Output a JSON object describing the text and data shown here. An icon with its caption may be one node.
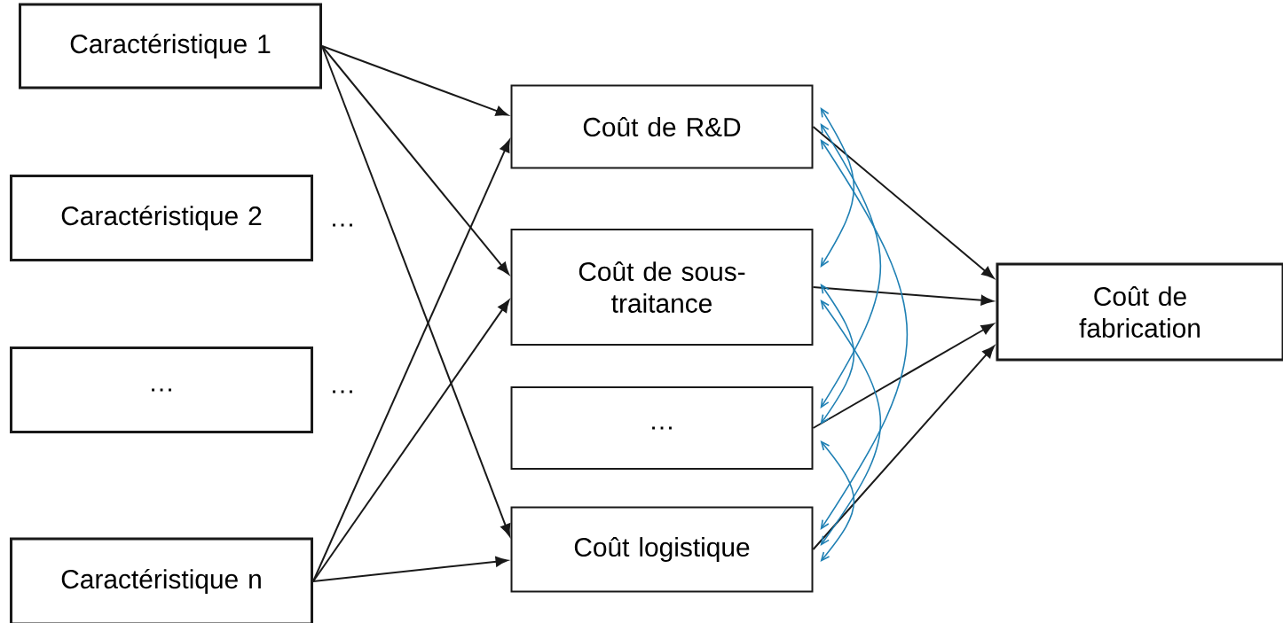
{
  "diagram": {
    "nodes": [
      {
        "text": [
          "Caractéristique 1"
        ]
      },
      {
        "text": [
          "Caractéristique 2"
        ]
      },
      {
        "text": [
          "…"
        ]
      },
      {
        "text": [
          "Caractéristique n"
        ]
      },
      {
        "text": [
          "Coût de R&D"
        ]
      },
      {
        "text": [
          "Coût de sous-traitance"
        ]
      },
      {
        "text": [
          "…"
        ]
      },
      {
        "text": [
          "Coût logistique"
        ]
      },
      {
        "text": [
          "Coût de fabrication"
        ]
      }
    ],
    "edges": [
      {
        "from": 0,
        "to": 4,
        "arrow": "to"
      },
      {
        "from": 0,
        "to": 5,
        "arrow": "to"
      },
      {
        "from": 0,
        "to": 7,
        "arrow": "to"
      },
      {
        "from": 3,
        "to": 4,
        "arrow": "to"
      },
      {
        "from": 3,
        "to": 5,
        "arrow": "to"
      },
      {
        "from": 3,
        "to": 7,
        "arrow": "to"
      },
      {
        "from": 4,
        "to": 8,
        "arrow": "to"
      },
      {
        "from": 5,
        "to": 8,
        "arrow": "to"
      },
      {
        "from": 6,
        "to": 8,
        "arrow": "to"
      },
      {
        "from": 7,
        "to": 8,
        "arrow": "to"
      },
      {
        "from": 4,
        "to": 5,
        "arrow": "both",
        "color": "#1f80b4"
      },
      {
        "from": 4,
        "to": 6,
        "arrow": "both",
        "color": "#1f80b4"
      },
      {
        "from": 4,
        "to": 7,
        "arrow": "both",
        "color": "#1f80b4"
      },
      {
        "from": 5,
        "to": 6,
        "arrow": "both",
        "color": "#1f80b4"
      },
      {
        "from": 5,
        "to": 7,
        "arrow": "both",
        "color": "#1f80b4"
      },
      {
        "from": 6,
        "to": 7,
        "arrow": "both",
        "color": "#1f80b4"
      }
    ],
    "labels": [
      "…",
      "…"
    ]
  }
}
